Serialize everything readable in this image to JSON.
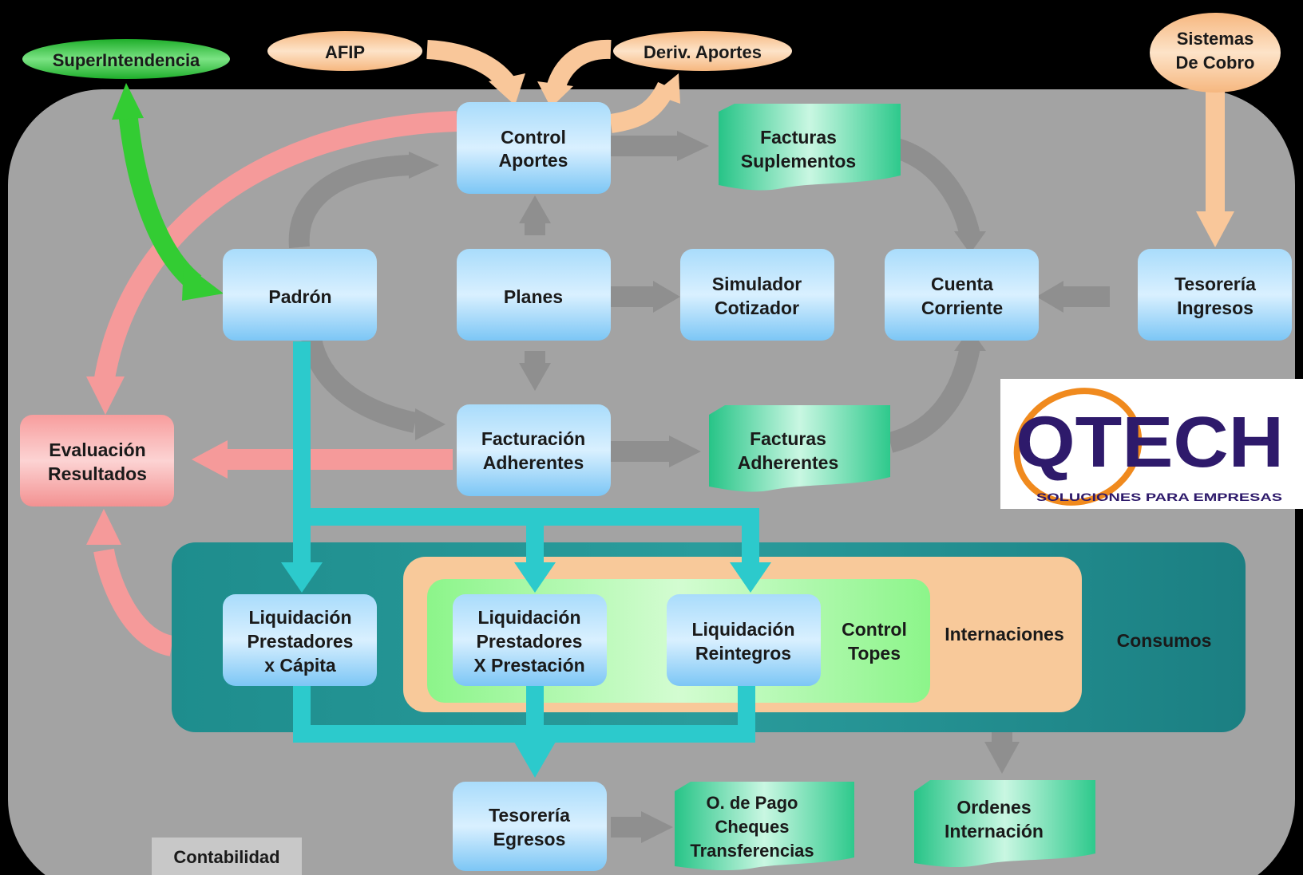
{
  "external": {
    "superintendencia": "SuperIntendencia",
    "afip": "AFIP",
    "deriv_aportes": "Deriv. Aportes",
    "sistemas_cobro": [
      "Sistemas",
      "De Cobro"
    ]
  },
  "modules": {
    "control_aportes": [
      "Control",
      "Aportes"
    ],
    "padron": [
      "Padrón"
    ],
    "planes": [
      "Planes"
    ],
    "simulador": [
      "Simulador",
      "Cotizador"
    ],
    "cuenta_corriente": [
      "Cuenta",
      "Corriente"
    ],
    "tesoreria_ingresos": [
      "Tesorería",
      "Ingresos"
    ],
    "facturacion": [
      "Facturación",
      "Adherentes"
    ],
    "evaluacion": [
      "Evaluación",
      "Resultados"
    ],
    "liq_capita": [
      "Liquidación",
      "Prestadores",
      "x Cápita"
    ],
    "liq_prestacion": [
      "Liquidación",
      "Prestadores",
      "X Prestación"
    ],
    "liq_reintegros": [
      "Liquidación",
      "Reintegros"
    ],
    "tesoreria_egresos": [
      "Tesorería",
      "Egresos"
    ]
  },
  "documents": {
    "facturas_suplementos": [
      "Facturas",
      "Suplementos"
    ],
    "facturas_adherentes": [
      "Facturas",
      "Adherentes"
    ],
    "ordenes_pago": [
      "O. de Pago",
      "Cheques",
      "Transferencias"
    ],
    "ordenes_internacion": [
      "Ordenes",
      "Internación"
    ]
  },
  "regions": {
    "control_topes": [
      "Control",
      "Topes"
    ],
    "internaciones": "Internaciones",
    "consumos": "Consumos",
    "contabilidad": "Contabilidad"
  },
  "logo": {
    "name": "QTECH",
    "tagline": "SOLUCIONES PARA EMPRESAS"
  },
  "colors": {
    "background": "#000000",
    "panel": "#a3a3a3",
    "module": "#8fd0f7",
    "document": "#3fcf9a",
    "external_orange": "#f9c79a",
    "external_green": "#2dbd3a",
    "evaluation": "#f5a3a3",
    "teal_band": "#238c8c",
    "flow_teal": "#2ccacc",
    "flow_gray": "#8f8f8f",
    "flow_pink": "#f59a9a",
    "flow_green": "#33cc33",
    "control_topes": "#9df59a",
    "internaciones": "#f8c99a",
    "logo_purple": "#2e1a6b",
    "logo_orange": "#f08a1e"
  }
}
